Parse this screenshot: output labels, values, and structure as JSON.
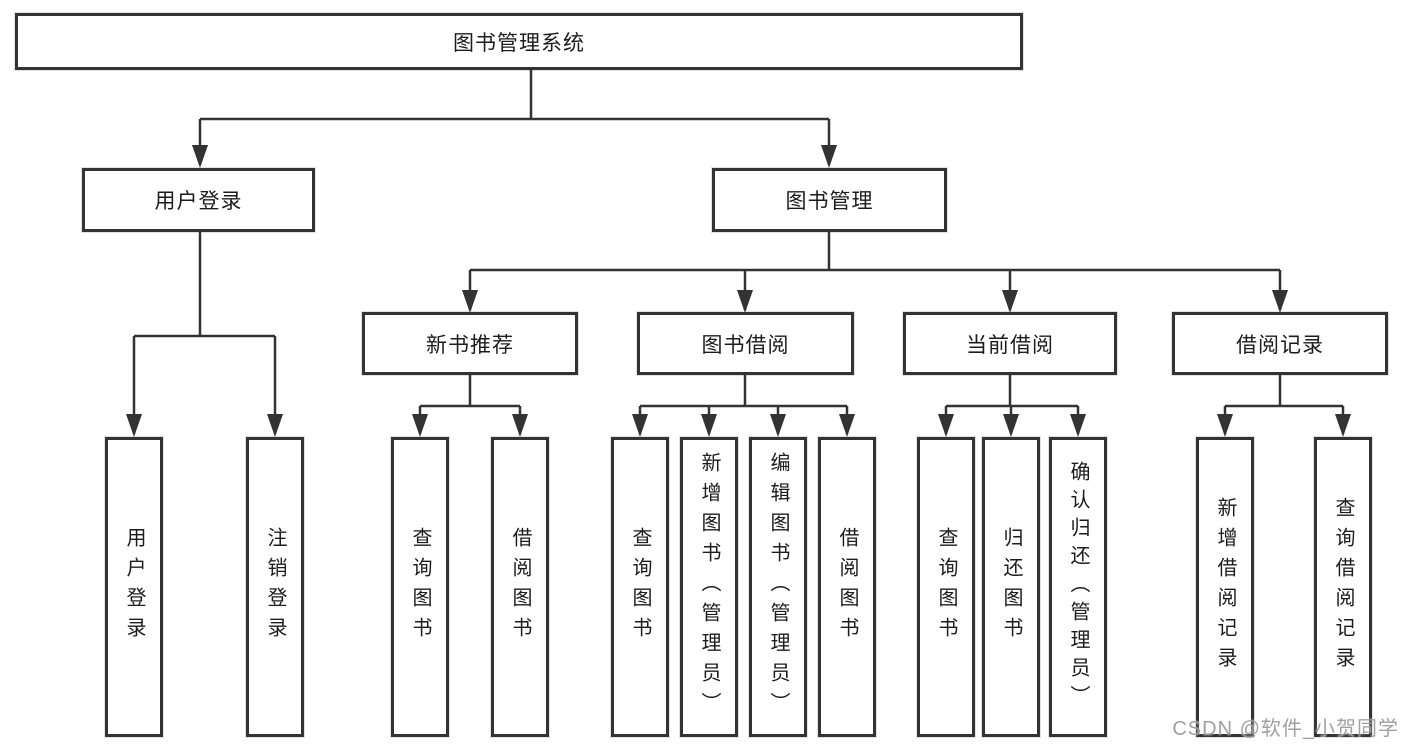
{
  "diagram": {
    "type": "hierarchy-tree",
    "colors": {
      "line": "#333333",
      "box_border": "#333333",
      "box_fill": "#ffffff",
      "text": "#1c1c1c",
      "watermark_text": "#969696",
      "background": "#ffffff"
    }
  },
  "nodes": {
    "root": "图书管理系统",
    "user_login": "用户登录",
    "book_management": "图书管理",
    "new_book_recommend": "新书推荐",
    "book_borrowing": "图书借阅",
    "current_borrowing": "当前借阅",
    "borrowing_records": "借阅记录",
    "leaf_user_login": "用户登录",
    "leaf_logout": "注销登录",
    "leaf_query_books_recommend": "查询图书",
    "leaf_borrow_books_recommend": "借阅图书",
    "leaf_query_books_borrowing": "查询图书",
    "leaf_add_books_admin": "新增图书（管理员）",
    "leaf_edit_books_admin": "编辑图书（管理员）",
    "leaf_borrow_books_borrowing": "借阅图书",
    "leaf_query_books_current": "查询图书",
    "leaf_return_books": "归还图书",
    "leaf_confirm_return_admin": "确认归还（管理员）",
    "leaf_add_borrow_record": "新增借阅记录",
    "leaf_query_borrow_record": "查询借阅记录"
  },
  "watermark": "CSDN @软件_小贺同学"
}
